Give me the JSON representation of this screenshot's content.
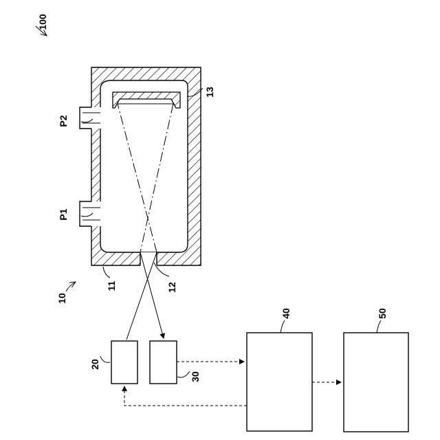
{
  "labels": {
    "system": "100",
    "apparatus": "10",
    "chamber": "11",
    "window": "12",
    "mirror": "13",
    "port_1": "P1",
    "port_2": "P2",
    "light_source": "20",
    "detector": "30",
    "processor": "40",
    "output": "50"
  }
}
